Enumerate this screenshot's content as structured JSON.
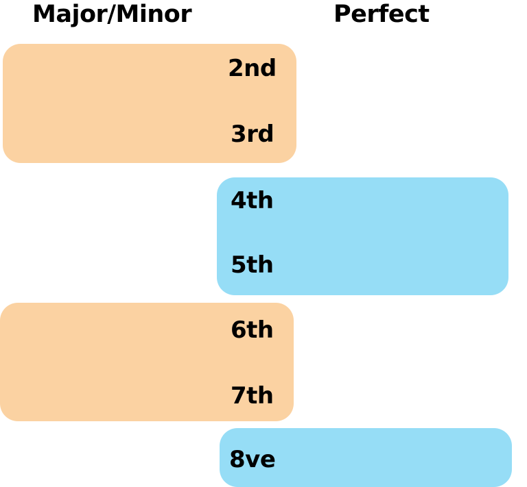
{
  "headers": {
    "major_minor": "Major/Minor",
    "perfect": "Perfect"
  },
  "colors": {
    "major_minor_fill": "#FBD2A2",
    "perfect_fill": "#96DDF6",
    "text": "#000000"
  },
  "groups": [
    {
      "category": "Major/Minor",
      "intervals": [
        "2nd",
        "3rd"
      ]
    },
    {
      "category": "Perfect",
      "intervals": [
        "4th",
        "5th"
      ]
    },
    {
      "category": "Major/Minor",
      "intervals": [
        "6th",
        "7th"
      ]
    },
    {
      "category": "Perfect",
      "intervals": [
        "8ve"
      ]
    }
  ]
}
